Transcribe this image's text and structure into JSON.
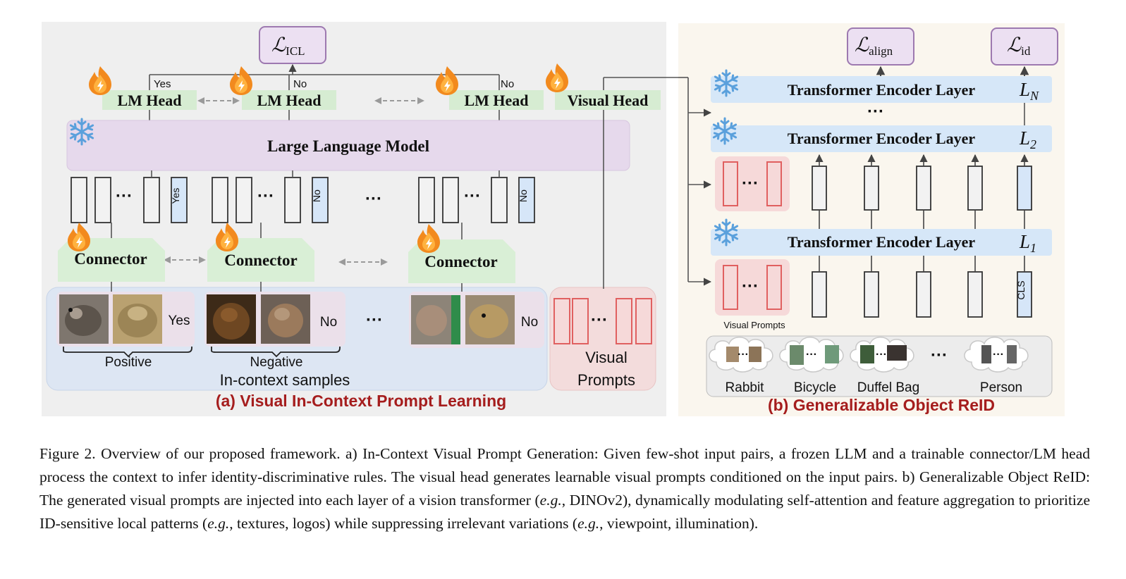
{
  "panel_a": {
    "title": "(a) Visual In-Context Prompt Learning",
    "loss": {
      "symbol": "ℒ",
      "subscript": "ICL"
    },
    "heads": [
      "LM Head",
      "LM Head",
      "LM Head",
      "Visual Head"
    ],
    "head_answers": [
      "Yes",
      "No",
      "No"
    ],
    "llm_label": "Large Language Model",
    "token_labels": [
      "Yes",
      "No",
      "No"
    ],
    "ellipsis": "···",
    "connectors": [
      "Connector",
      "Connector",
      "Connector"
    ],
    "sample_answers": [
      "Yes",
      "No",
      "No"
    ],
    "bracket_labels": [
      "Positive",
      "Negative"
    ],
    "in_context_label": "In-context samples",
    "visual_prompts_label": [
      "Visual",
      "Prompts"
    ]
  },
  "panel_b": {
    "title": "(b) Generalizable Object ReID",
    "loss_align": {
      "symbol": "ℒ",
      "subscript": "align"
    },
    "loss_id": {
      "symbol": "ℒ",
      "subscript": "id"
    },
    "encoder_layers": [
      {
        "label": "Transformer Encoder Layer",
        "letter": "L",
        "index": "N"
      },
      {
        "label": "Transformer Encoder Layer",
        "letter": "L",
        "index": "2"
      },
      {
        "label": "Transformer Encoder Layer",
        "letter": "L",
        "index": "1"
      }
    ],
    "vertical_ellipsis": "···",
    "visual_prompts_small": "Visual Prompts",
    "cls_label": "CLS",
    "categories": [
      "Rabbit",
      "Bicycle",
      "Duffel Bag",
      "Person"
    ]
  },
  "caption": {
    "fig_label": "Figure 2.",
    "part1": " Overview of our proposed framework. a) In-Context Visual Prompt Generation: Given few-shot input pairs, a frozen LLM and a trainable connector/LM head process the context to infer identity-discriminative rules. The visual head generates learnable visual prompts conditioned on the input pairs. b) Generalizable Object ReID: The generated visual prompts are injected into each layer of a vision transformer (",
    "eg1": "e.g.",
    "part2": ", DINOv2), dynamically modulating self-attention and feature aggregation to prioritize ID-sensitive local patterns (",
    "eg2": "e.g.",
    "part3": ", textures, logos) while suppressing irrelevant variations (",
    "eg3": "e.g.",
    "part4": ", viewpoint, illumination)."
  },
  "colors": {
    "panel_a_bg": "#efefef",
    "panel_b_bg": "#faf6ee",
    "head_green": "#d6ecd2",
    "connector_green": "#d9efd6",
    "llm_purple": "#e6d9ec",
    "loss_purple": "#ece0f2",
    "encoder_blue": "#d6e7f8",
    "token_blue": "#d6e6f8",
    "prompt_red": "#e06060",
    "prompt_bg": "#f6d9d9",
    "title_red": "#a51d1d",
    "fire": "#f28a1e",
    "snowflake": "#5aa0dc"
  },
  "icons": [
    "fire-icon",
    "snowflake-icon",
    "bidirectional-arrow-icon",
    "image-thumbnail",
    "cloud-icon"
  ]
}
